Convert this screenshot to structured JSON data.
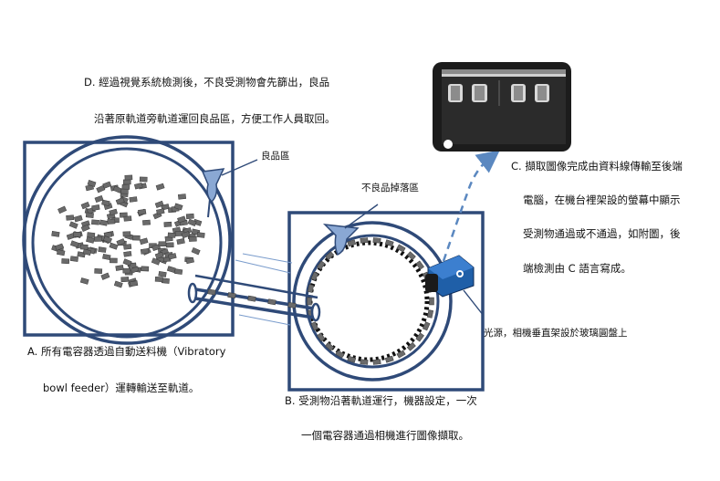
{
  "texts": {
    "d_line1": "D.  經過視覺系統檢測後，不良受測物會先篩出，良品",
    "d_line2": "沿著原軌道旁軌道運回良品區，方便工作人員取回。",
    "c_line1": "C.  擷取圖像完成由資料線傳輸至後端",
    "c_line2": "電腦，在機台裡架設的螢幕中顯示",
    "c_line3": "受測物通過或不通過，如附圖，後",
    "c_line4": "端檢測由 C 語言寫成。",
    "a_line1": "A.  所有電容器透過自動送料機（Vibratory",
    "a_line2": "bowl feeder）運轉輸送至軌道。",
    "b_line1": "B.  受測物沿著軌道運行，機器設定，一次",
    "b_line2": "一個電容器通過相機進行圖像擷取。",
    "good_zone": "良品區",
    "reject_zone": "不良品掉落區",
    "light_source": "光源，相機垂直架設於玻璃圓盤上"
  },
  "colors": {
    "frame": "#2f4a78",
    "arrow": "#3f68a8",
    "dashed": "#5b88c0",
    "monitor_bezel": "#1c1c1c",
    "camera_body": "#1f5fa8",
    "component": "#6a6a6a"
  }
}
